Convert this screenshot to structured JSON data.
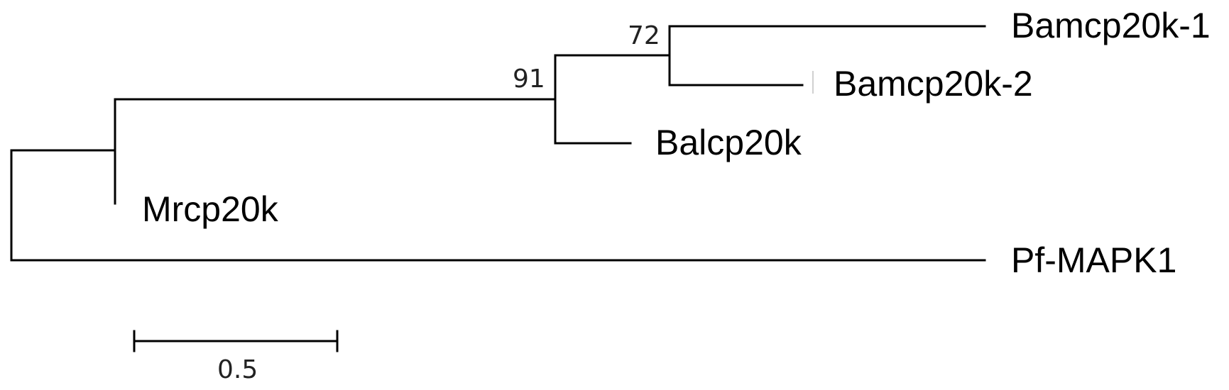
{
  "tree": {
    "leaves": [
      {
        "id": "bamcp1",
        "label": "Bamcp20k-1"
      },
      {
        "id": "bamcp2",
        "label": "Bamcp20k-2"
      },
      {
        "id": "balcp",
        "label": "Balcp20k"
      },
      {
        "id": "mrcp",
        "label": "Mrcp20k"
      },
      {
        "id": "pfmapk",
        "label": "Pf-MAPK1"
      }
    ],
    "support_values": [
      {
        "node": "bamcp-clade",
        "value": "72"
      },
      {
        "node": "bamcp-balcp-clade",
        "value": "91"
      }
    ]
  },
  "scale_bar": {
    "label": "0.5"
  },
  "colors": {
    "line": "#000000",
    "text": "#000000",
    "background": "#ffffff"
  }
}
